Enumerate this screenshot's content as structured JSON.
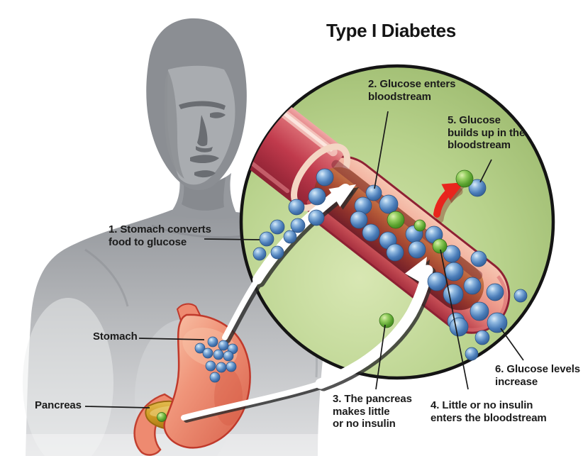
{
  "title": "Type I Diabetes",
  "steps": {
    "step1": "1. Stomach converts\nfood to glucose",
    "step2": "2. Glucose enters\nbloodstream",
    "step3": "3. The pancreas\nmakes little\nor no insulin",
    "step4": "4. Little or no insulin\nenters the bloodstream",
    "step5": "5. Glucose\nbuilds up in the\nbloodstream",
    "step6": "6. Glucose levels\nincrease"
  },
  "organ_labels": {
    "stomach": "Stomach",
    "pancreas": "Pancreas"
  },
  "molecules": {
    "glucose": "blue-sphere",
    "insulin": "green-sphere"
  },
  "colors": {
    "background": "#ffffff",
    "text": "#1b1b1b",
    "silhouette_body": "#b7b9bc",
    "silhouette_head": "#8b8e93",
    "circle_fill": "#b8d28c",
    "circle_border": "#141414",
    "vessel_outer": "#c03a4c",
    "vessel_wall_pink": "#f0a391",
    "vessel_lumen": "#a04531",
    "glucose_blue": "#4a7cb8",
    "insulin_green": "#57a02c",
    "stomach_organ": "#f0957a",
    "pancreas_organ": "#cf9c25",
    "arrow_white": "#ffffff",
    "arrow_red": "#e8251d"
  }
}
